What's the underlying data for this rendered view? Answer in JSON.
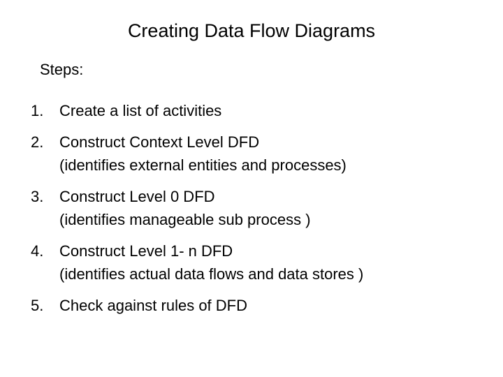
{
  "slide": {
    "title": "Creating Data Flow Diagrams",
    "steps_label": "Steps:",
    "background_color": "#ffffff",
    "text_color": "#000000",
    "steps": [
      {
        "number": "1.",
        "text": "Create a list of activities",
        "sub": ""
      },
      {
        "number": "2.",
        "text": "Construct Context Level DFD",
        "sub": "(identifies external entities and processes)"
      },
      {
        "number": "3.",
        "text": "Construct Level 0 DFD",
        "sub": "(identifies manageable sub process )"
      },
      {
        "number": "4.",
        "text": "Construct Level 1- n DFD",
        "sub": "(identifies actual data flows and data stores )"
      },
      {
        "number": "5.",
        "text": "Check against rules of DFD",
        "sub": ""
      }
    ]
  }
}
